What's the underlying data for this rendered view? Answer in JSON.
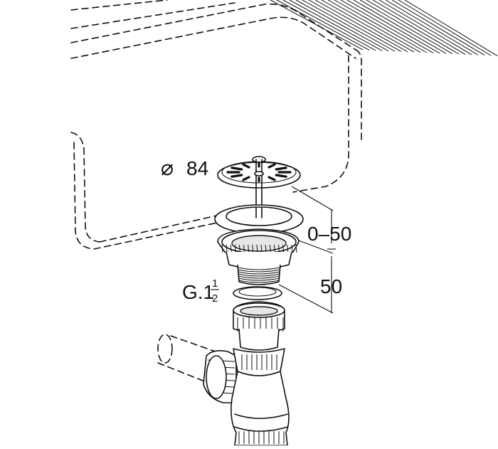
{
  "labels": {
    "diameter_symbol": "⌀",
    "diameter_value": "84",
    "thread_prefix": "G.1",
    "thread_num": "1",
    "thread_den": "2",
    "range_dimension": "0–50",
    "height_dimension": "50"
  }
}
